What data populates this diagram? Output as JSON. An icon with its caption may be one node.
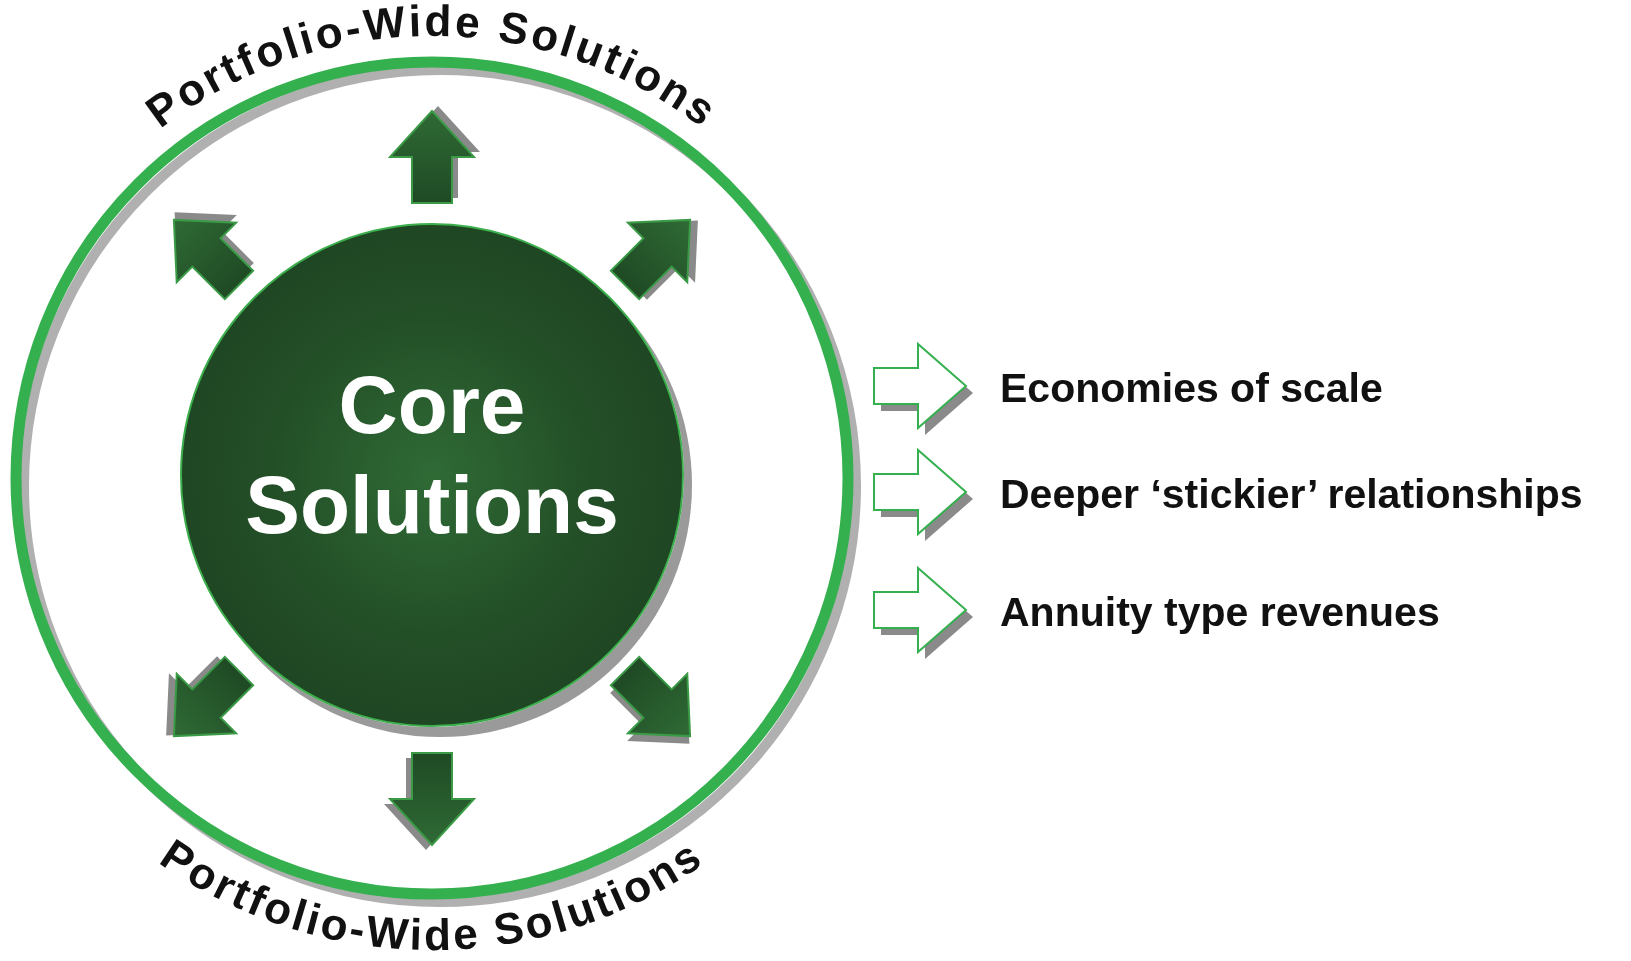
{
  "diagram": {
    "nodes": [
      {
        "text": [
          "Portfolio-Wide Solutions",
          "Portfolio-Wide Solutions"
        ]
      },
      {
        "text": [
          "Core Solutions"
        ],
        "in": 0
      }
    ],
    "edges": [],
    "labels": [
      "Economies of scale",
      "Deeper ‘stickier’ relationships",
      "Annuity type revenues"
    ]
  }
}
